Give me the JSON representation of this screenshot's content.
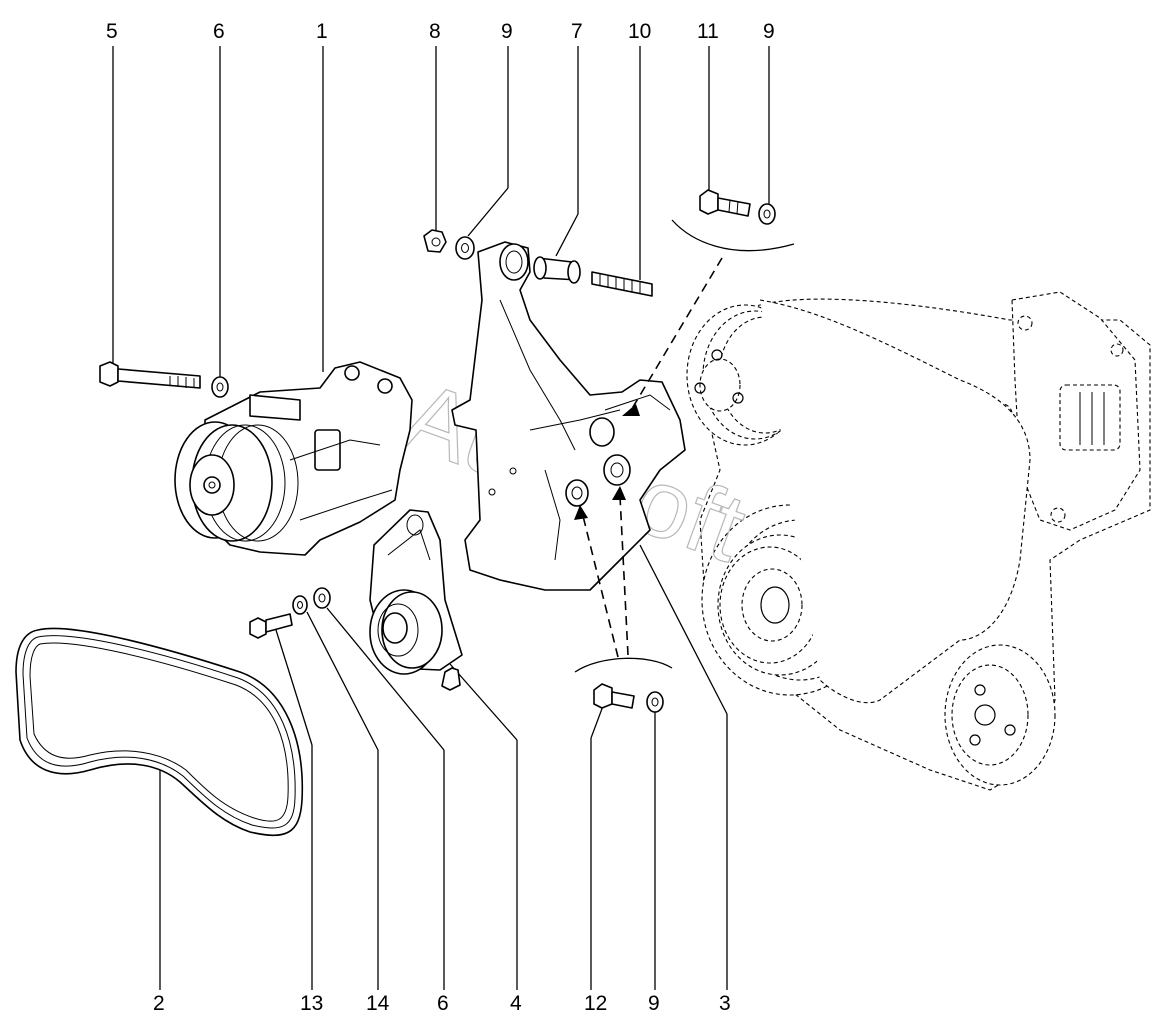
{
  "callouts": {
    "c_top_5": "5",
    "c_top_6": "6",
    "c_top_1": "1",
    "c_top_8": "8",
    "c_top_9a": "9",
    "c_top_7": "7",
    "c_top_10": "10",
    "c_top_11": "11",
    "c_top_9b": "9",
    "c_bot_2": "2",
    "c_bot_13": "13",
    "c_bot_14": "14",
    "c_bot_6": "6",
    "c_bot_4": "4",
    "c_bot_12": "12",
    "c_bot_9": "9",
    "c_bot_3": "3"
  },
  "watermark": "Autosoft"
}
